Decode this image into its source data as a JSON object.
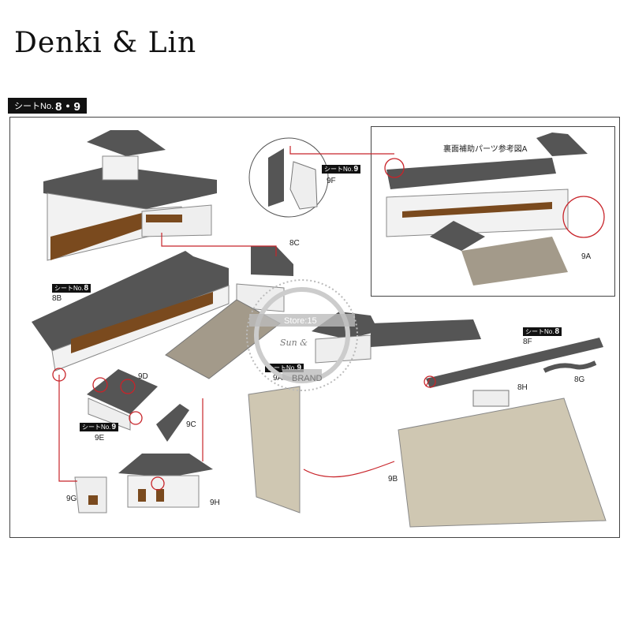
{
  "header": {
    "brand": "Denki & Lin"
  },
  "sheet": {
    "prefix": "シートNo.",
    "number": "8・9"
  },
  "reference": {
    "title": "裏面補助パーツ参考図A"
  },
  "tags": [
    {
      "prefix": "シートNo.",
      "num": "9"
    },
    {
      "prefix": "シートNo.",
      "num": "8"
    },
    {
      "prefix": "シートNo.",
      "num": "9"
    },
    {
      "prefix": "シートNo.",
      "num": "9"
    },
    {
      "prefix": "シートNo.",
      "num": "8"
    }
  ],
  "labels": {
    "p9f": "9F",
    "p8c": "8C",
    "p9a_ref": "9A",
    "p8b": "8B",
    "p9d": "9D",
    "p9c": "9C",
    "p9e": "9E",
    "p9g": "9G",
    "p9h": "9H",
    "p9a": "9A",
    "p8f": "8F",
    "p8g": "8G",
    "p8h": "8H",
    "p9b": "9B"
  },
  "watermark": {
    "store": "Store:15",
    "brand": "BRAND",
    "script": "Sun &"
  },
  "colors": {
    "roof": "#555555",
    "wood": "#7a4a1e",
    "floor": "#a39a8a",
    "red": "#c8242a"
  }
}
